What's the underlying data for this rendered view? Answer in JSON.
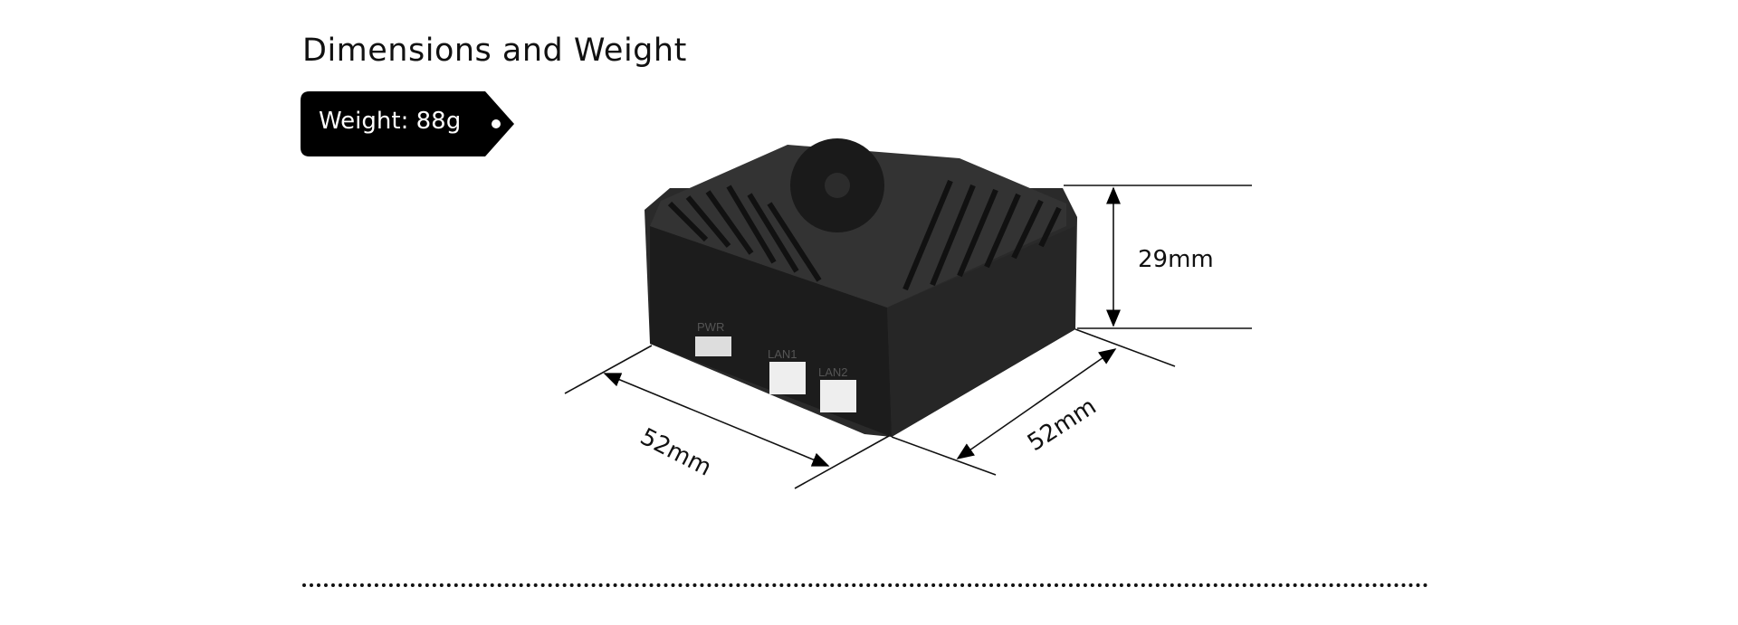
{
  "header": {
    "title": "Dimensions and Weight"
  },
  "weight_tag": {
    "label": "Weight:",
    "value": "88g"
  },
  "dimensions": {
    "height": "29mm",
    "length": "52mm",
    "width": "52mm"
  },
  "device": {
    "ports": [
      "PWR",
      "LAN1",
      "LAN2"
    ]
  }
}
